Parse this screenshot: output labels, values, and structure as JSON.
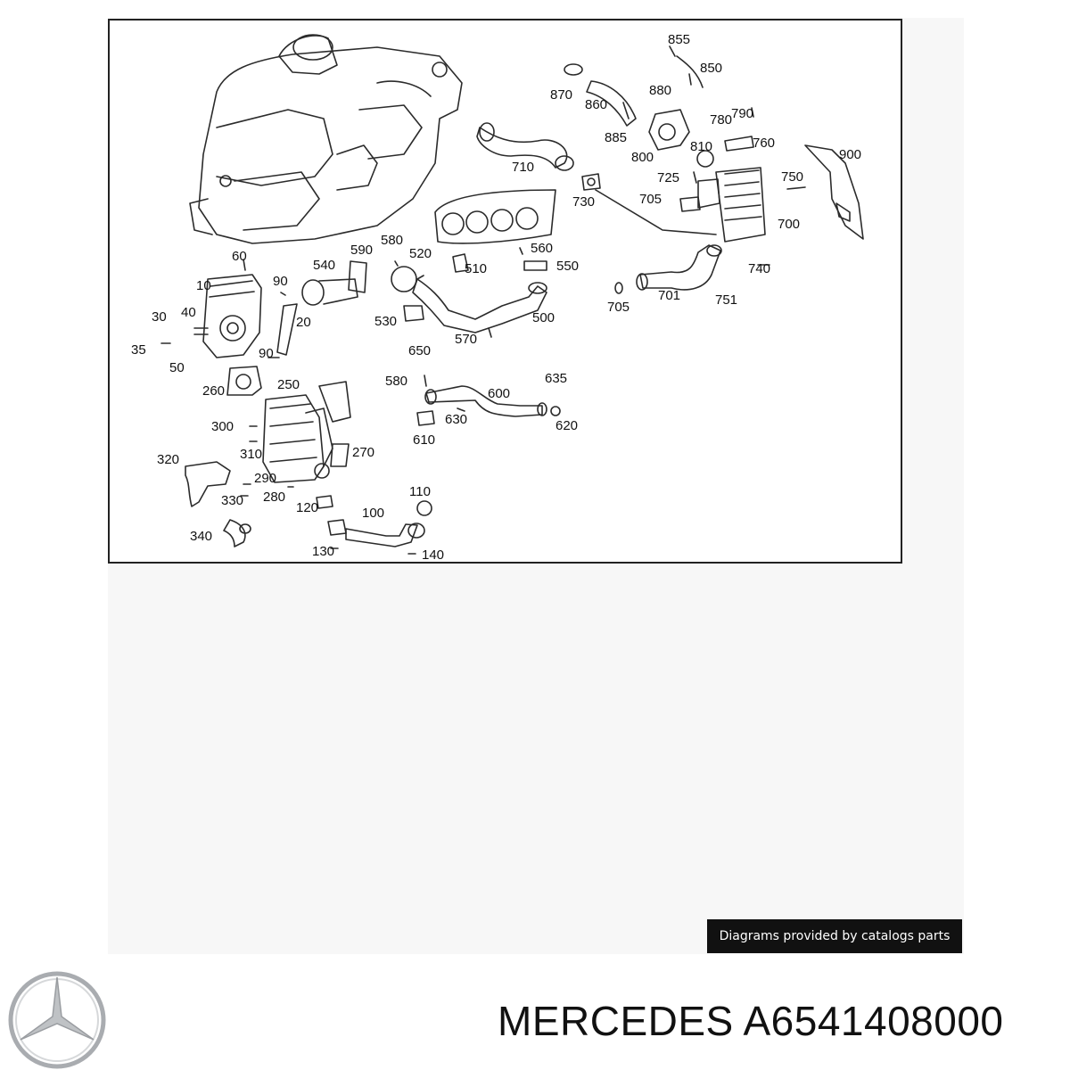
{
  "diagram": {
    "callouts": [
      "855",
      "850",
      "870",
      "880",
      "860",
      "780",
      "790",
      "885",
      "810",
      "760",
      "710",
      "800",
      "725",
      "900",
      "750",
      "730",
      "705",
      "700",
      "740",
      "580",
      "590",
      "520",
      "560",
      "60",
      "540",
      "510",
      "550",
      "10",
      "90",
      "701",
      "751",
      "705",
      "30",
      "40",
      "20",
      "530",
      "500",
      "570",
      "35",
      "50",
      "90",
      "650",
      "260",
      "250",
      "580",
      "600",
      "635",
      "300",
      "630",
      "620",
      "610",
      "320",
      "310",
      "270",
      "290",
      "330",
      "280",
      "110",
      "120",
      "100",
      "340",
      "130",
      "140"
    ],
    "part_color": "#2b2b2b"
  },
  "footer": {
    "credit": "Diagrams provided by catalogs parts",
    "brand": "MERCEDES",
    "part_number": "A6541408000",
    "logo_icon": "mercedes-star-icon"
  }
}
